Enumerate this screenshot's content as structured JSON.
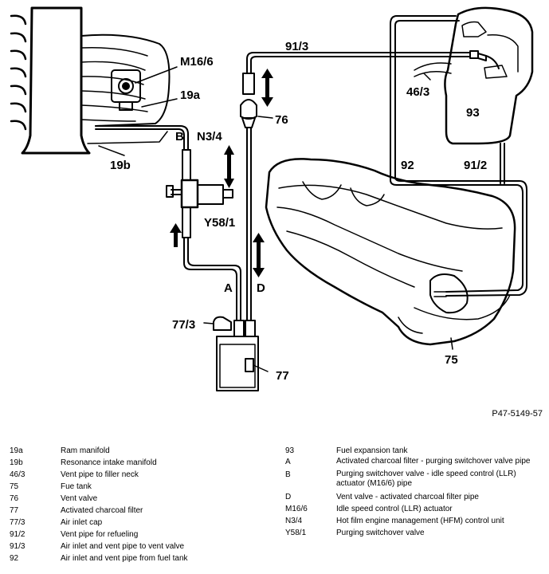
{
  "diagram": {
    "labels": {
      "m16_6": "M16/6",
      "l19a": "19a",
      "l19b": "19b",
      "l91_3": "91/3",
      "l46_3": "46/3",
      "l93": "93",
      "l76": "76",
      "b": "B",
      "n3_4": "N3/4",
      "l92": "92",
      "l91_2": "91/2",
      "y58_1": "Y58/1",
      "a": "A",
      "d": "D",
      "l77_3": "77/3",
      "l77": "77",
      "l75": "75"
    },
    "reference": "P47-5149-57"
  },
  "legend": {
    "left": [
      {
        "code": "19a",
        "desc": "Ram manifold"
      },
      {
        "code": "19b",
        "desc": "Resonance intake manifold"
      },
      {
        "code": "46/3",
        "desc": "Vent pipe to filler neck"
      },
      {
        "code": "75",
        "desc": "Fue tank"
      },
      {
        "code": "76",
        "desc": "Vent valve"
      },
      {
        "code": "77",
        "desc": "Activated charcoal filter"
      },
      {
        "code": "77/3",
        "desc": "Air inlet cap"
      },
      {
        "code": "91/2",
        "desc": "Vent pipe for refueling"
      },
      {
        "code": "91/3",
        "desc": "Air inlet and vent pipe to vent valve"
      },
      {
        "code": "92",
        "desc": "Air inlet and vent pipe from fuel tank"
      }
    ],
    "right": [
      {
        "code": "93",
        "desc": "Fuel expansion tank"
      },
      {
        "code": "A",
        "desc": "Activated charcoal filter - purging switchover valve pipe"
      },
      {
        "code": "B",
        "desc": "Purging switchover valve - idle speed control (LLR) actuator (M16/6) pipe"
      },
      {
        "code": "D",
        "desc": "Vent valve - activated charcoal filter pipe"
      },
      {
        "code": "M16/6",
        "desc": "Idle speed control (LLR) actuator"
      },
      {
        "code": "N3/4",
        "desc": "Hot film engine management (HFM) control unit"
      },
      {
        "code": "Y58/1",
        "desc": "Purging switchover valve"
      }
    ]
  }
}
